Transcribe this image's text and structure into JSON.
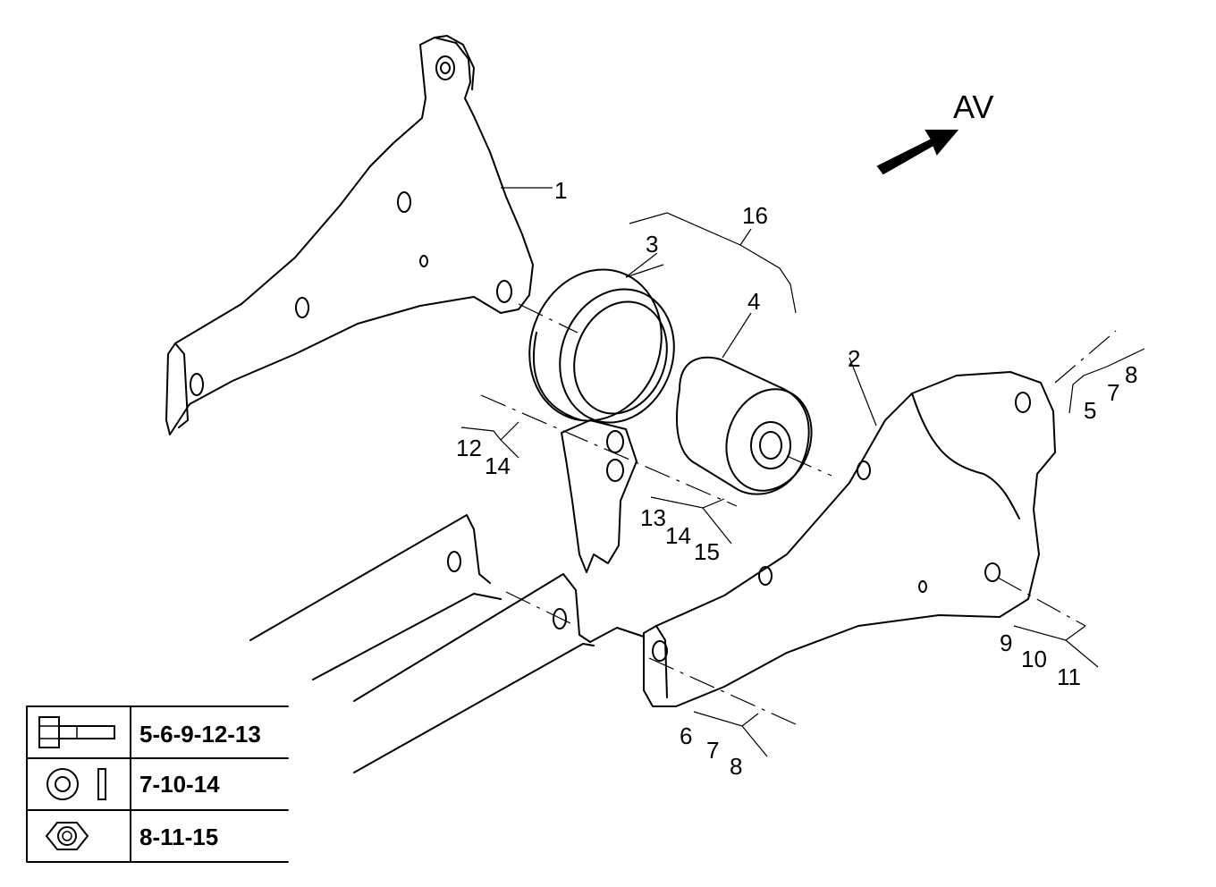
{
  "direction_label": "AV",
  "callouts": {
    "c1": "1",
    "c2": "2",
    "c3": "3",
    "c4": "4",
    "c16": "16",
    "g_12_14": [
      "12",
      "14"
    ],
    "g_13_14_15": [
      "13",
      "14",
      "15"
    ],
    "g_5_7_8": [
      "5",
      "7",
      "8"
    ],
    "g_9_10_11": [
      "9",
      "10",
      "11"
    ],
    "g_6_7_8": [
      "6",
      "7",
      "8"
    ]
  },
  "legend": {
    "rows": [
      {
        "icon": "bolt-icon",
        "parts": "5-6-9-12-13"
      },
      {
        "icon": "washer-icon",
        "parts": "7-10-14"
      },
      {
        "icon": "nut-icon",
        "parts": "8-11-15"
      }
    ]
  }
}
